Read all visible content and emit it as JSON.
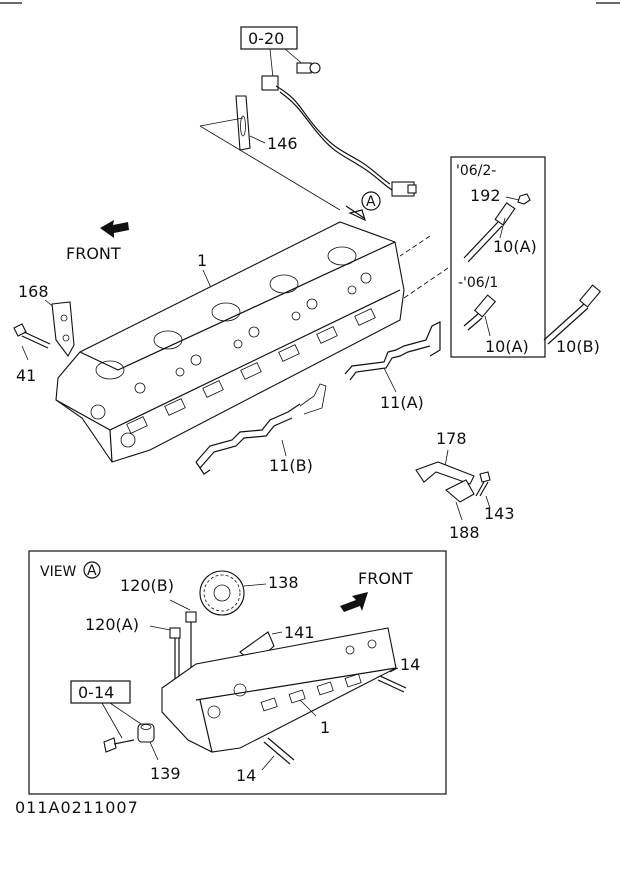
{
  "labels": {
    "ref_0_20": "0-20",
    "ref_0_14": "0-14",
    "p146": "146",
    "p1_top": "1",
    "p1_view": "1",
    "p168": "168",
    "p41": "41",
    "p192": "192",
    "p10a_top": "10(A)",
    "p10a_bot": "10(A)",
    "p10b": "10(B)",
    "range_new": "'06/2-",
    "range_old": "-'06/1",
    "p11a": "11(A)",
    "p11b": "11(B)",
    "p178": "178",
    "p143": "143",
    "p188": "188",
    "p120b": "120(B)",
    "p120a": "120(A)",
    "p138": "138",
    "p141": "141",
    "p14_right": "14",
    "p14_bot": "14",
    "p139": "139",
    "front_top": "FRONT",
    "front_view": "FRONT",
    "view_a": "VIEW",
    "view_circle": "A",
    "callout_a": "A",
    "figure_code": "011A0211007"
  }
}
